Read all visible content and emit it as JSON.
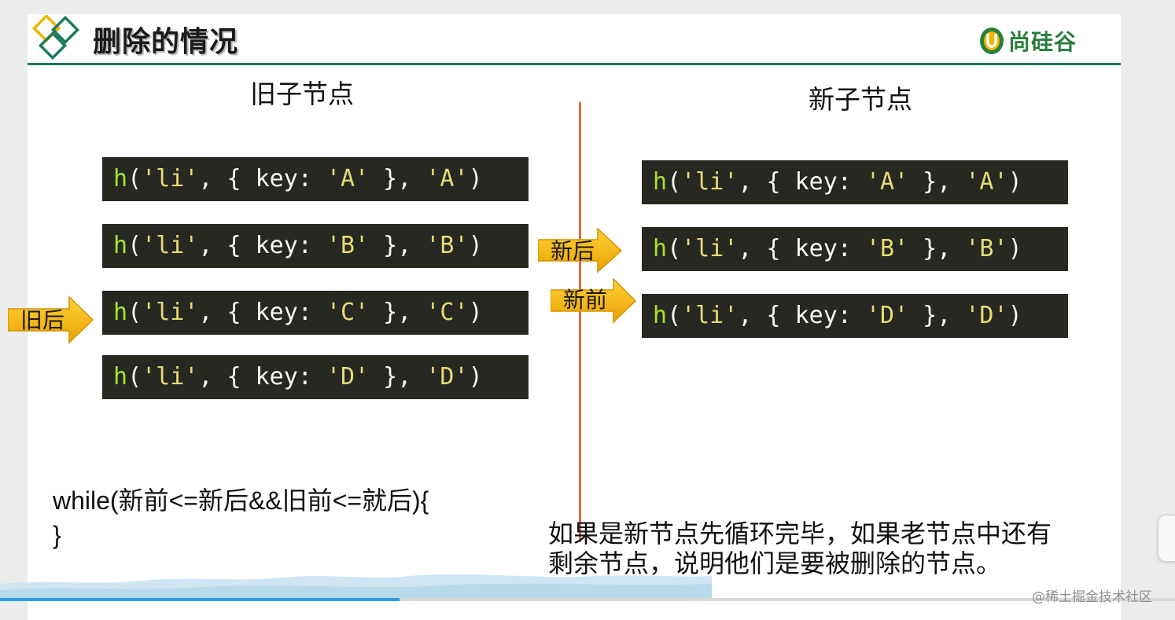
{
  "slide": {
    "title": "删除的情况",
    "brand": "尚硅谷"
  },
  "old_column": {
    "title": "旧子节点",
    "nodes": [
      {
        "fn": "h",
        "tag": "'li'",
        "key": "'A'",
        "child": "'A'"
      },
      {
        "fn": "h",
        "tag": "'li'",
        "key": "'B'",
        "child": "'B'"
      },
      {
        "fn": "h",
        "tag": "'li'",
        "key": "'C'",
        "child": "'C'"
      },
      {
        "fn": "h",
        "tag": "'li'",
        "key": "'D'",
        "child": "'D'"
      }
    ]
  },
  "new_column": {
    "title": "新子节点",
    "nodes": [
      {
        "fn": "h",
        "tag": "'li'",
        "key": "'A'",
        "child": "'A'"
      },
      {
        "fn": "h",
        "tag": "'li'",
        "key": "'B'",
        "child": "'B'"
      },
      {
        "fn": "h",
        "tag": "'li'",
        "key": "'D'",
        "child": "'D'"
      }
    ]
  },
  "pointers": {
    "old_end": "旧后",
    "new_end": "新后",
    "new_start": "新前"
  },
  "loop": {
    "line1": "while(新前<=新后&&旧前<=就后){",
    "line2": "}"
  },
  "explanation": "如果是新节点先循环完毕，如果老节点中还有剩余节点，说明他们是要被删除的节点。",
  "video": {
    "progress_percent": 34
  },
  "watermark": "@稀土掘金技术社区",
  "colors": {
    "accent_green": "#1c7a5c",
    "code_bg": "#272822",
    "code_fn": "#a6e22e",
    "code_string": "#e6db74",
    "arrow_fill": "#f5b800",
    "divider": "#d8713a",
    "progress": "#2f9be8"
  }
}
